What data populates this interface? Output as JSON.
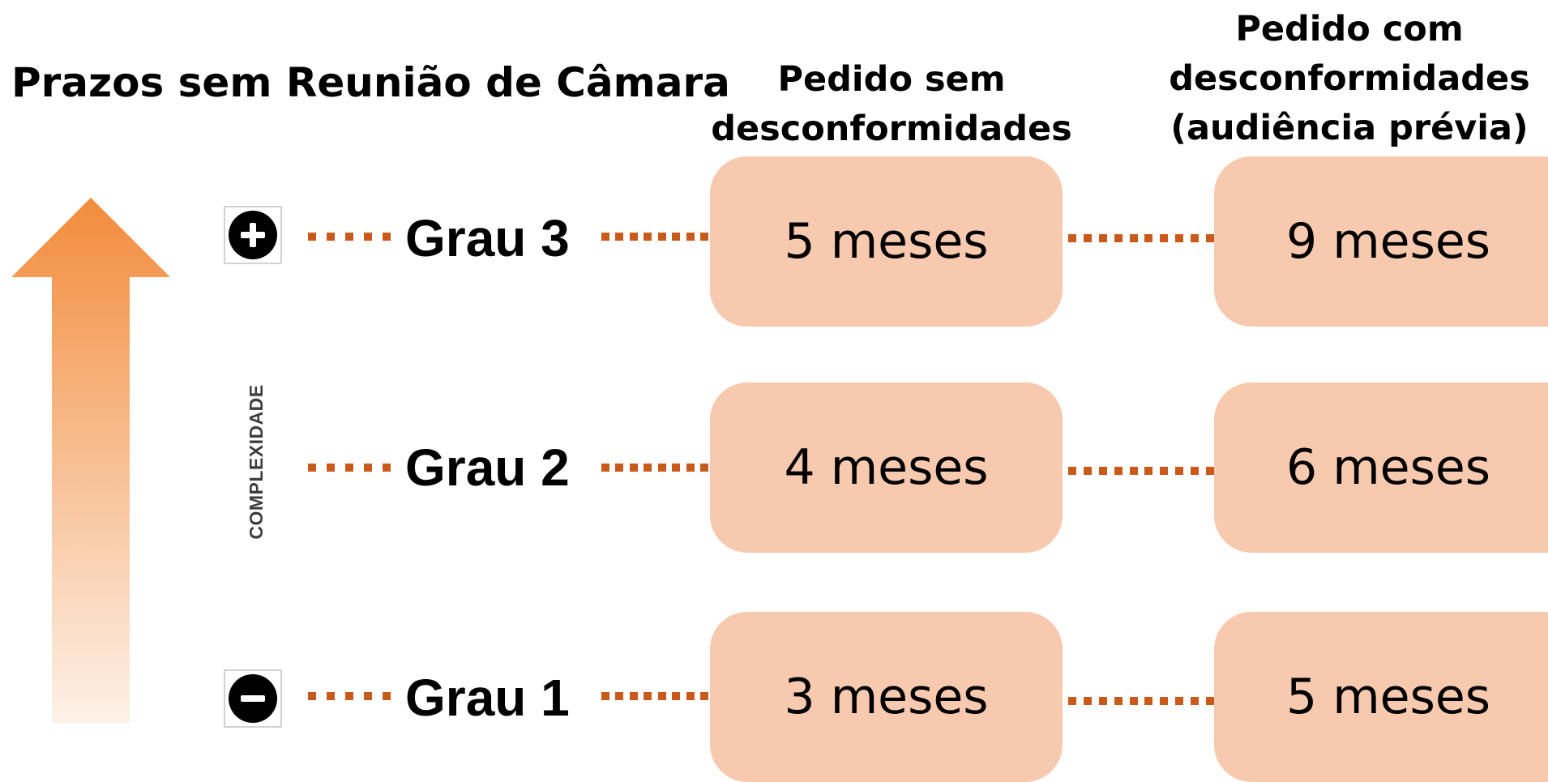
{
  "title": "Prazos sem Reunião de Câmara",
  "columns": {
    "no_issues": "Pedido sem\ndesconformidades",
    "with_issues": "Pedido com\ndesconformidades\n(audiência prévia)"
  },
  "axis_label": "COMPLEXIDADE",
  "colors": {
    "arrow_top": "#f28c3c",
    "arrow_bottom": "#fdf1e8",
    "box_fill": "#f7c9ae",
    "connector_dots": "#c95a1b",
    "icon_fill": "#000000"
  },
  "icons": {
    "top": "plus-circle-icon",
    "bottom": "minus-circle-icon"
  },
  "rows": [
    {
      "grade": "Grau 3",
      "no_issues": "5 meses",
      "with_issues": "9 meses"
    },
    {
      "grade": "Grau 2",
      "no_issues": "4 meses",
      "with_issues": "6 meses"
    },
    {
      "grade": "Grau 1",
      "no_issues": "3 meses",
      "with_issues": "5 meses"
    }
  ]
}
